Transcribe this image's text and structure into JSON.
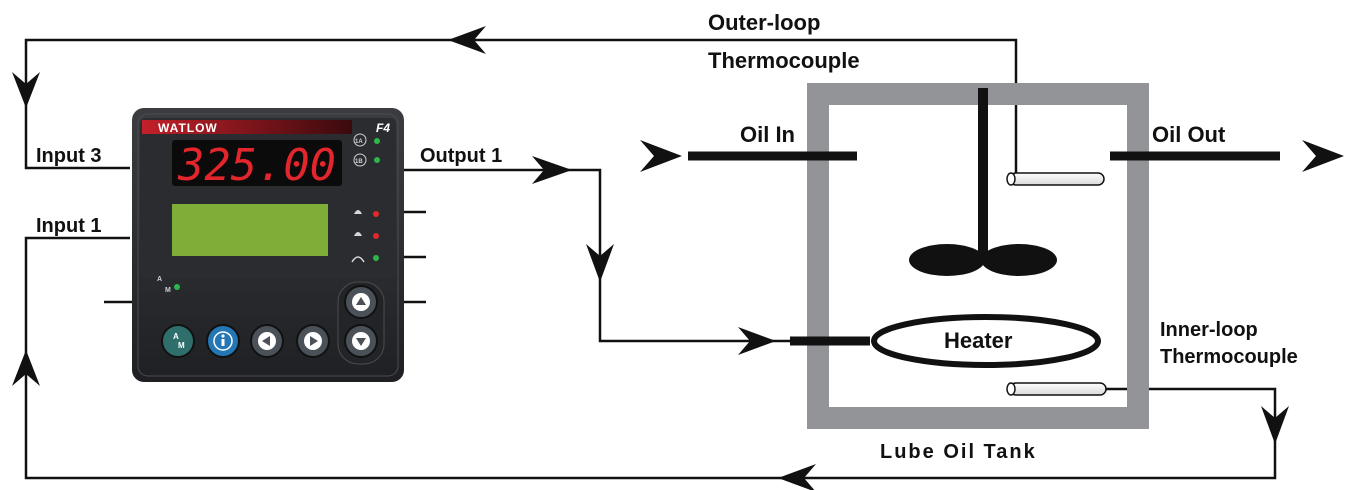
{
  "labels": {
    "outer_loop_line1": "Outer-loop",
    "outer_loop_line2": "Thermocouple",
    "oil_in": "Oil In",
    "oil_out": "Oil Out",
    "input3": "Input 3",
    "input1": "Input 1",
    "output1": "Output 1",
    "heater": "Heater",
    "inner_loop_line1": "Inner-loop",
    "inner_loop_line2": "Thermocouple",
    "tank": "Lube Oil Tank"
  },
  "controller": {
    "brand": "WATLOW",
    "model": "F4",
    "display_value": "325.00",
    "indicator_1a": "1A",
    "indicator_1b": "1B",
    "am_label_top": "A",
    "am_label_bottom": "M",
    "keys": [
      {
        "name": "auto-manual-key",
        "glyph": "A/M"
      },
      {
        "name": "info-key",
        "glyph": "i"
      },
      {
        "name": "left-arrow-key",
        "glyph": "◀"
      },
      {
        "name": "right-arrow-key",
        "glyph": "▶"
      },
      {
        "name": "up-arrow-key",
        "glyph": "▲"
      },
      {
        "name": "down-arrow-key",
        "glyph": "▼"
      }
    ]
  },
  "colors": {
    "tank_wall": "#929497",
    "panel_body": "#2e3033",
    "brand_bar": "#c3202a",
    "display_bg": "#0b0b0b",
    "display_digits": "#e3252c",
    "lcd": "#7fae38",
    "led_green": "#2fb64a",
    "led_red": "#e2282c",
    "key_teal": "#2f6f6b",
    "key_blue": "#2476b5",
    "key_gray": "#4b5158"
  }
}
